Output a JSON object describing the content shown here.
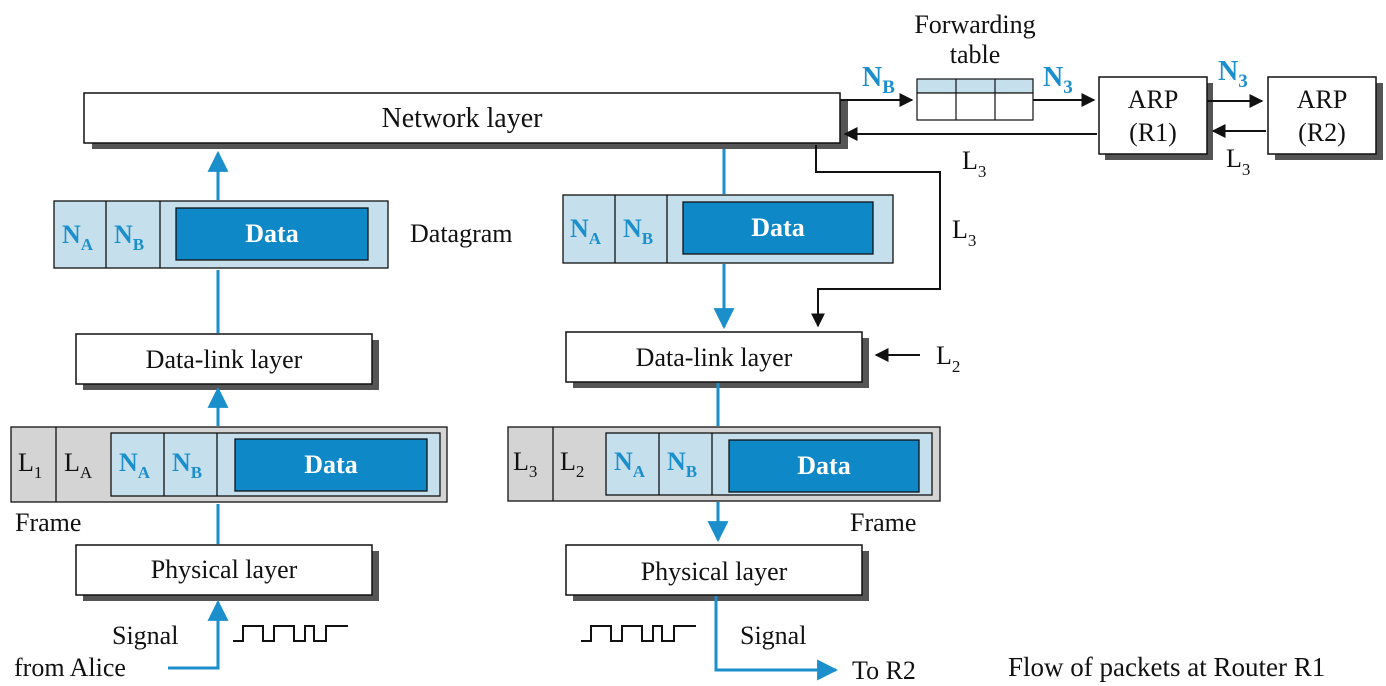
{
  "colors": {
    "accent": "#1a8fcb",
    "data_fill": "#0f88c8",
    "header_fill": "#c5e0ec",
    "link_fill": "#d4d4d4",
    "box_fill": "#ffffff",
    "line": "#111111"
  },
  "forwarding_table": {
    "line1": "Forwarding",
    "line2": "table"
  },
  "labels": {
    "network_layer": "Network layer",
    "datalink_layer": "Data-link layer",
    "physical_layer": "Physical layer",
    "datagram": "Datagram",
    "frame": "Frame",
    "signal": "Signal",
    "from_alice": "from Alice",
    "to_r2": "To R2",
    "data": "Data",
    "caption": "Flow of packets at Router R1"
  },
  "arp": {
    "r1": {
      "line1": "ARP",
      "line2": "(R1)"
    },
    "r2": {
      "line1": "ARP",
      "line2": "(R2)"
    }
  },
  "addresses": {
    "N": "N",
    "L": "L",
    "A": "A",
    "B": "B",
    "one": "1",
    "two": "2",
    "three": "3"
  }
}
